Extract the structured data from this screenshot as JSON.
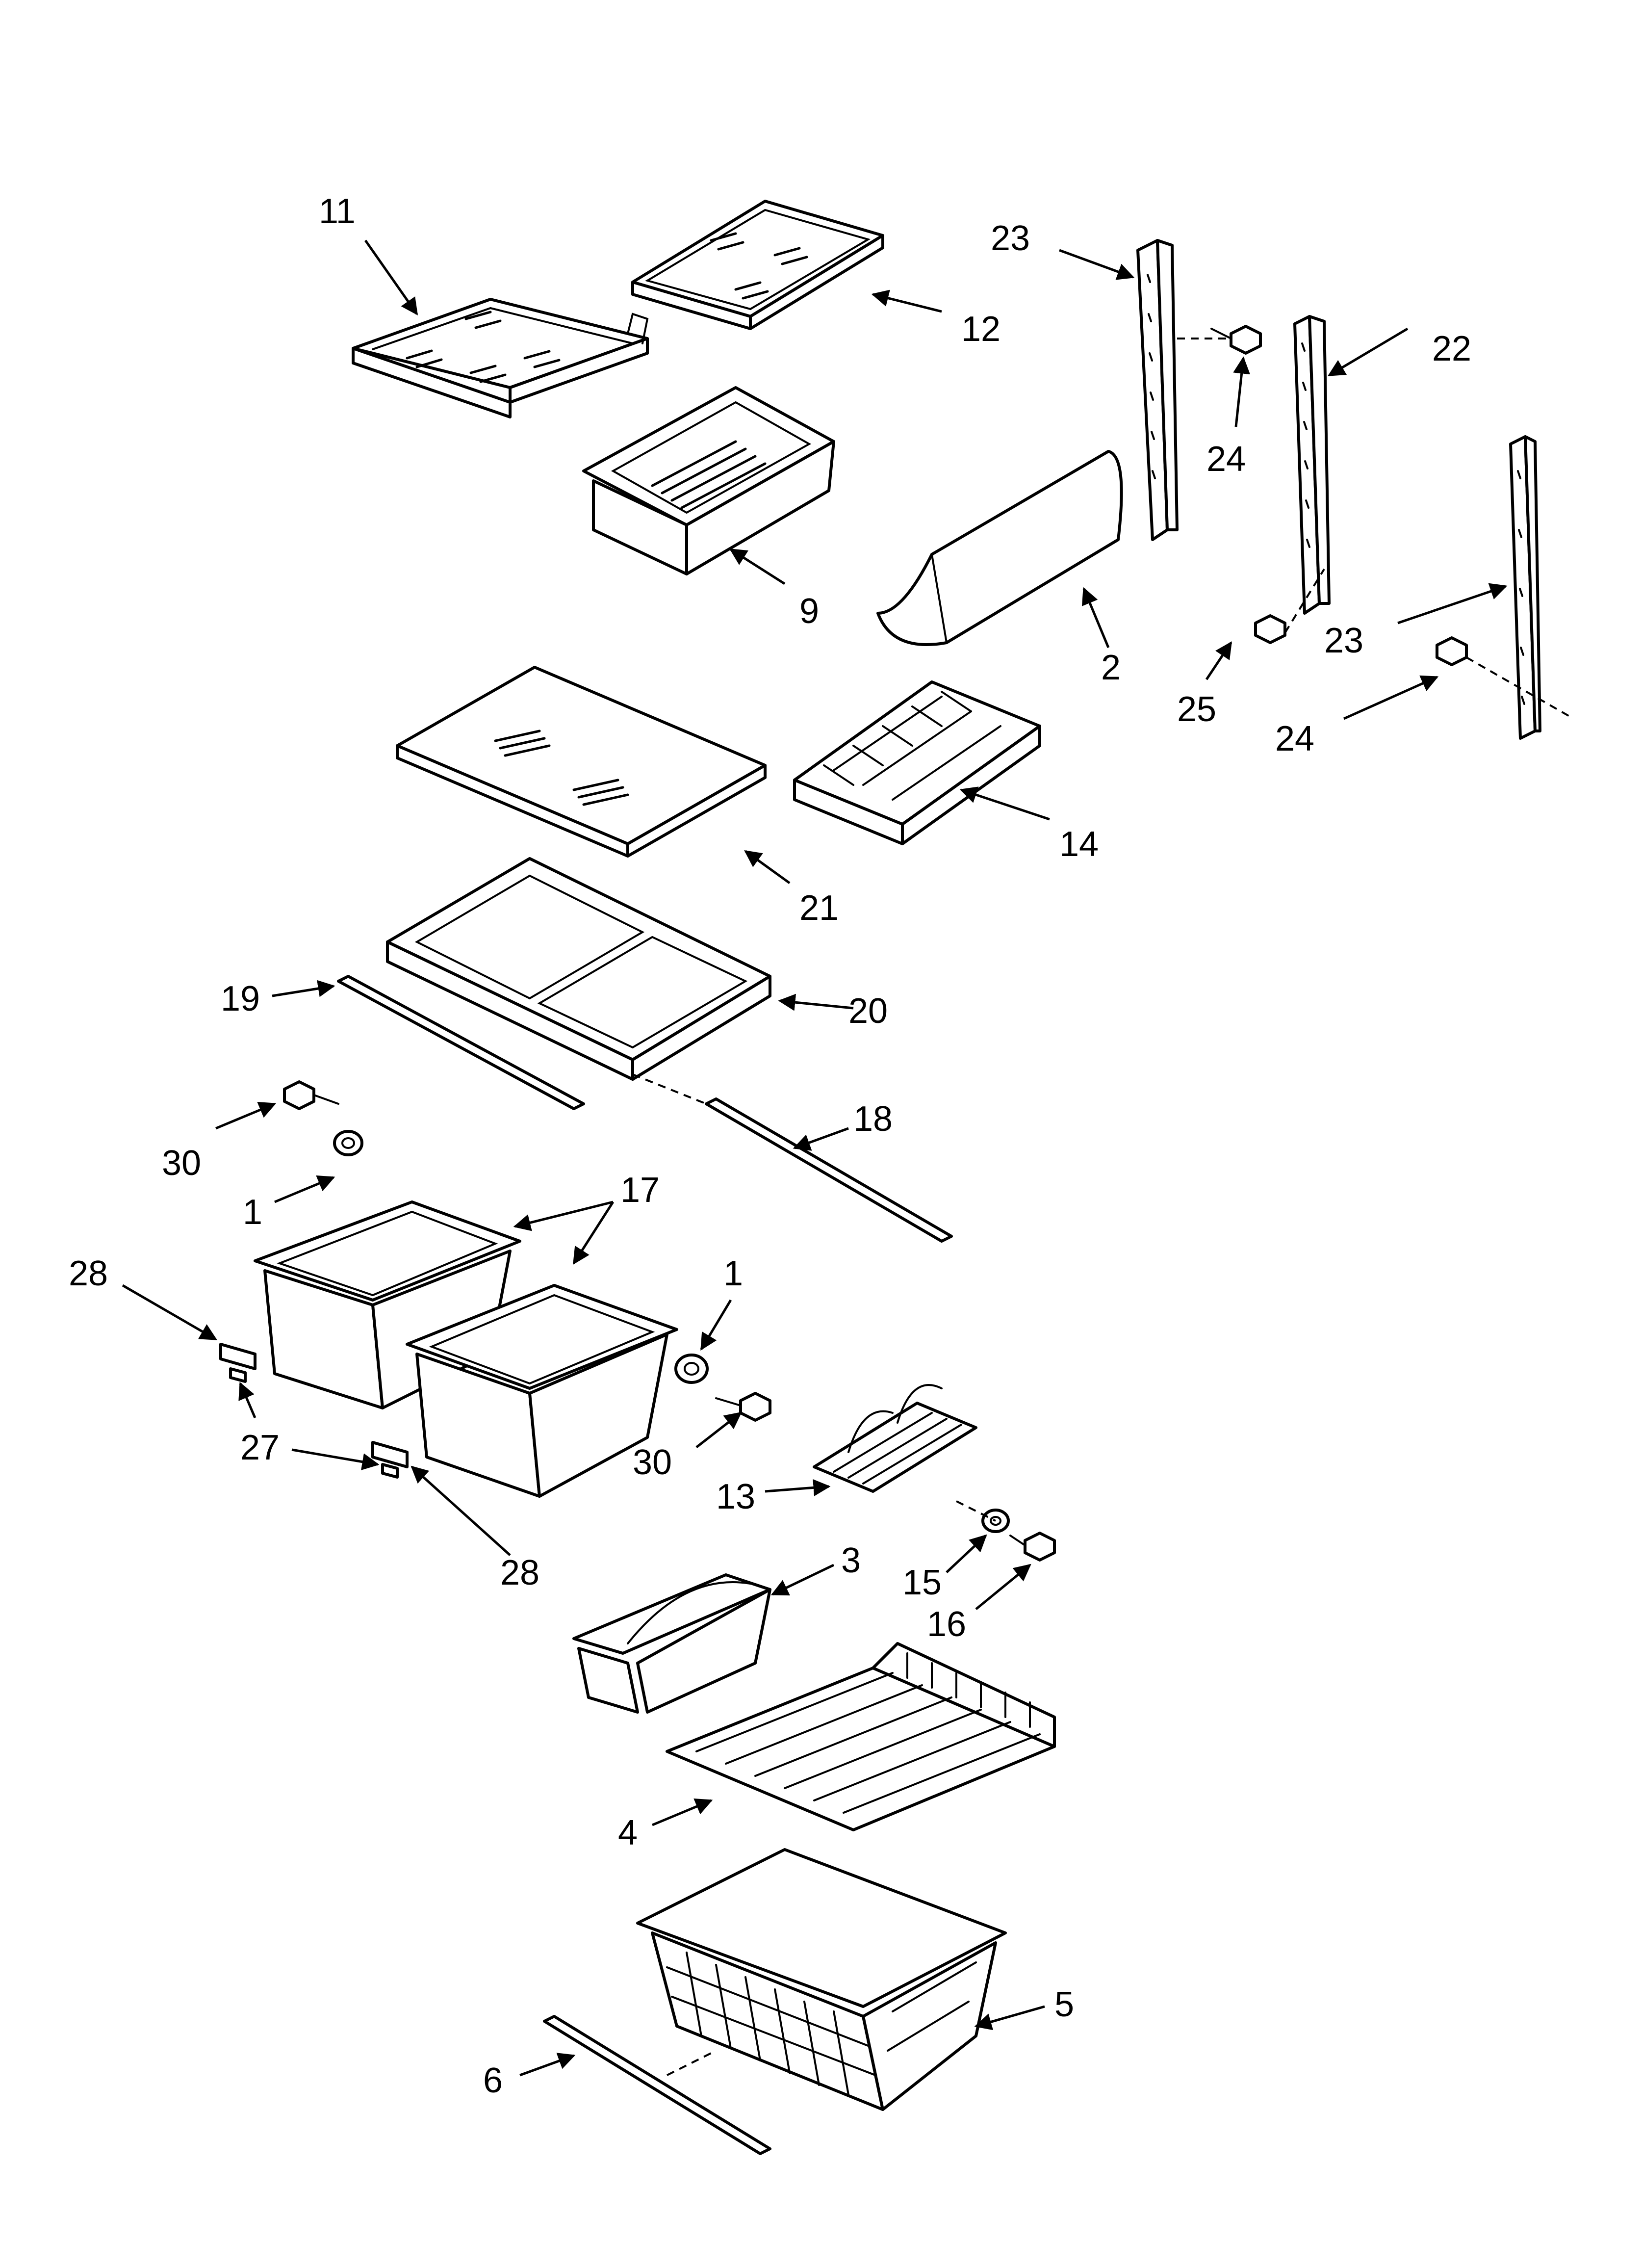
{
  "callouts": {
    "c1a": "1",
    "c1b": "1",
    "c2": "2",
    "c3": "3",
    "c4": "4",
    "c5": "5",
    "c6": "6",
    "c9": "9",
    "c11": "11",
    "c12": "12",
    "c13": "13",
    "c14": "14",
    "c15": "15",
    "c16": "16",
    "c17": "17",
    "c18": "18",
    "c19": "19",
    "c20": "20",
    "c21": "21",
    "c22": "22",
    "c23a": "23",
    "c23b": "23",
    "c24a": "24",
    "c24b": "24",
    "c25": "25",
    "c27a": "27",
    "c27b": "27",
    "c28a": "28",
    "c28b": "28",
    "c30a": "30",
    "c30b": "30"
  }
}
